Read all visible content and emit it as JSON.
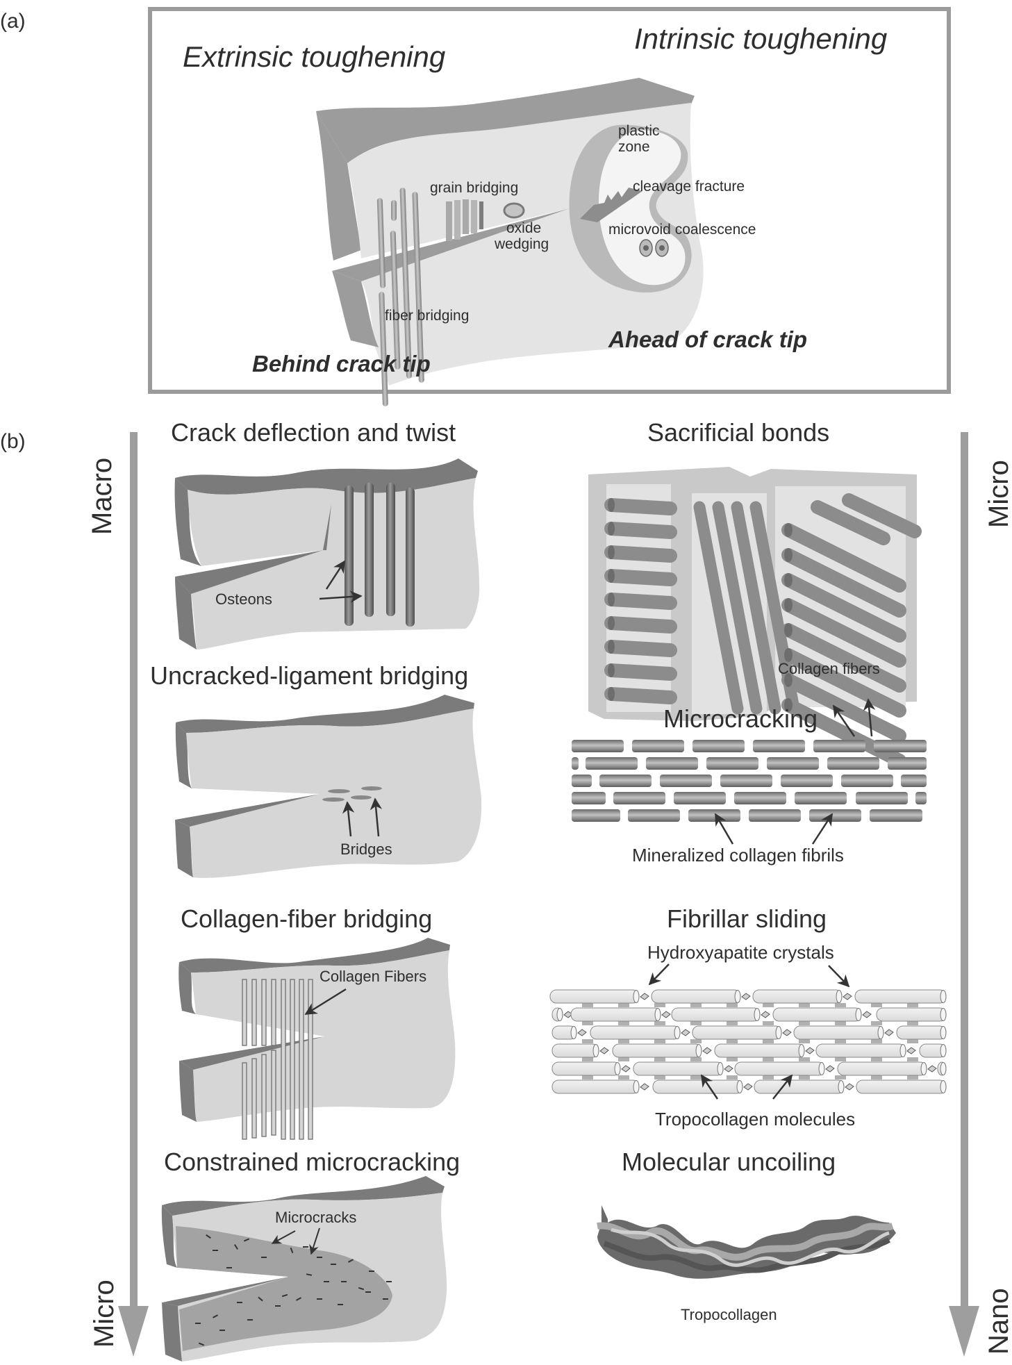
{
  "panel_a": {
    "label": "(a)",
    "headings": {
      "extrinsic": "Extrinsic toughening",
      "intrinsic": "Intrinsic toughening",
      "behind": "Behind crack tip",
      "ahead": "Ahead of crack tip"
    },
    "annotations": {
      "grain_bridging": "grain bridging",
      "oxide": "oxide",
      "wedging": "wedging",
      "fiber_bridging": "fiber bridging",
      "plastic": "plastic",
      "zone": "zone",
      "cleavage": "cleavage fracture",
      "microvoid": "microvoid coalescence"
    }
  },
  "panel_b": {
    "label": "(b)",
    "scale_left": {
      "top": "Macro",
      "bottom": "Micro"
    },
    "scale_right": {
      "top": "Micro",
      "bottom": "Nano"
    },
    "left_mechanisms": [
      {
        "title": "Crack deflection and twist",
        "annotation": "Osteons"
      },
      {
        "title": "Uncracked-ligament bridging",
        "annotation": "Bridges"
      },
      {
        "title": "Collagen-fiber bridging",
        "annotation": "Collagen Fibers"
      },
      {
        "title": "Constrained microcracking",
        "annotation": "Microcracks"
      }
    ],
    "right_mechanisms": [
      {
        "title": "Sacrificial bonds",
        "annotation": "Collagen fibers"
      },
      {
        "title": "Microcracking",
        "annotation": "Mineralized collagen fibrils"
      },
      {
        "title": "Fibrillar sliding",
        "annotation_top": "Hydroxyapatite crystals",
        "annotation": "Tropocollagen molecules"
      },
      {
        "title": "Molecular uncoiling",
        "annotation": "Tropocollagen"
      }
    ]
  },
  "colors": {
    "axis_gray": "#9e9e9e",
    "slab_edge": "#7b7b7b",
    "slab_face": "#d7d7d7",
    "slab_face_light": "#e4e4e4",
    "fiber_dark": "#6f6f6f",
    "text": "#2e2e2e"
  }
}
